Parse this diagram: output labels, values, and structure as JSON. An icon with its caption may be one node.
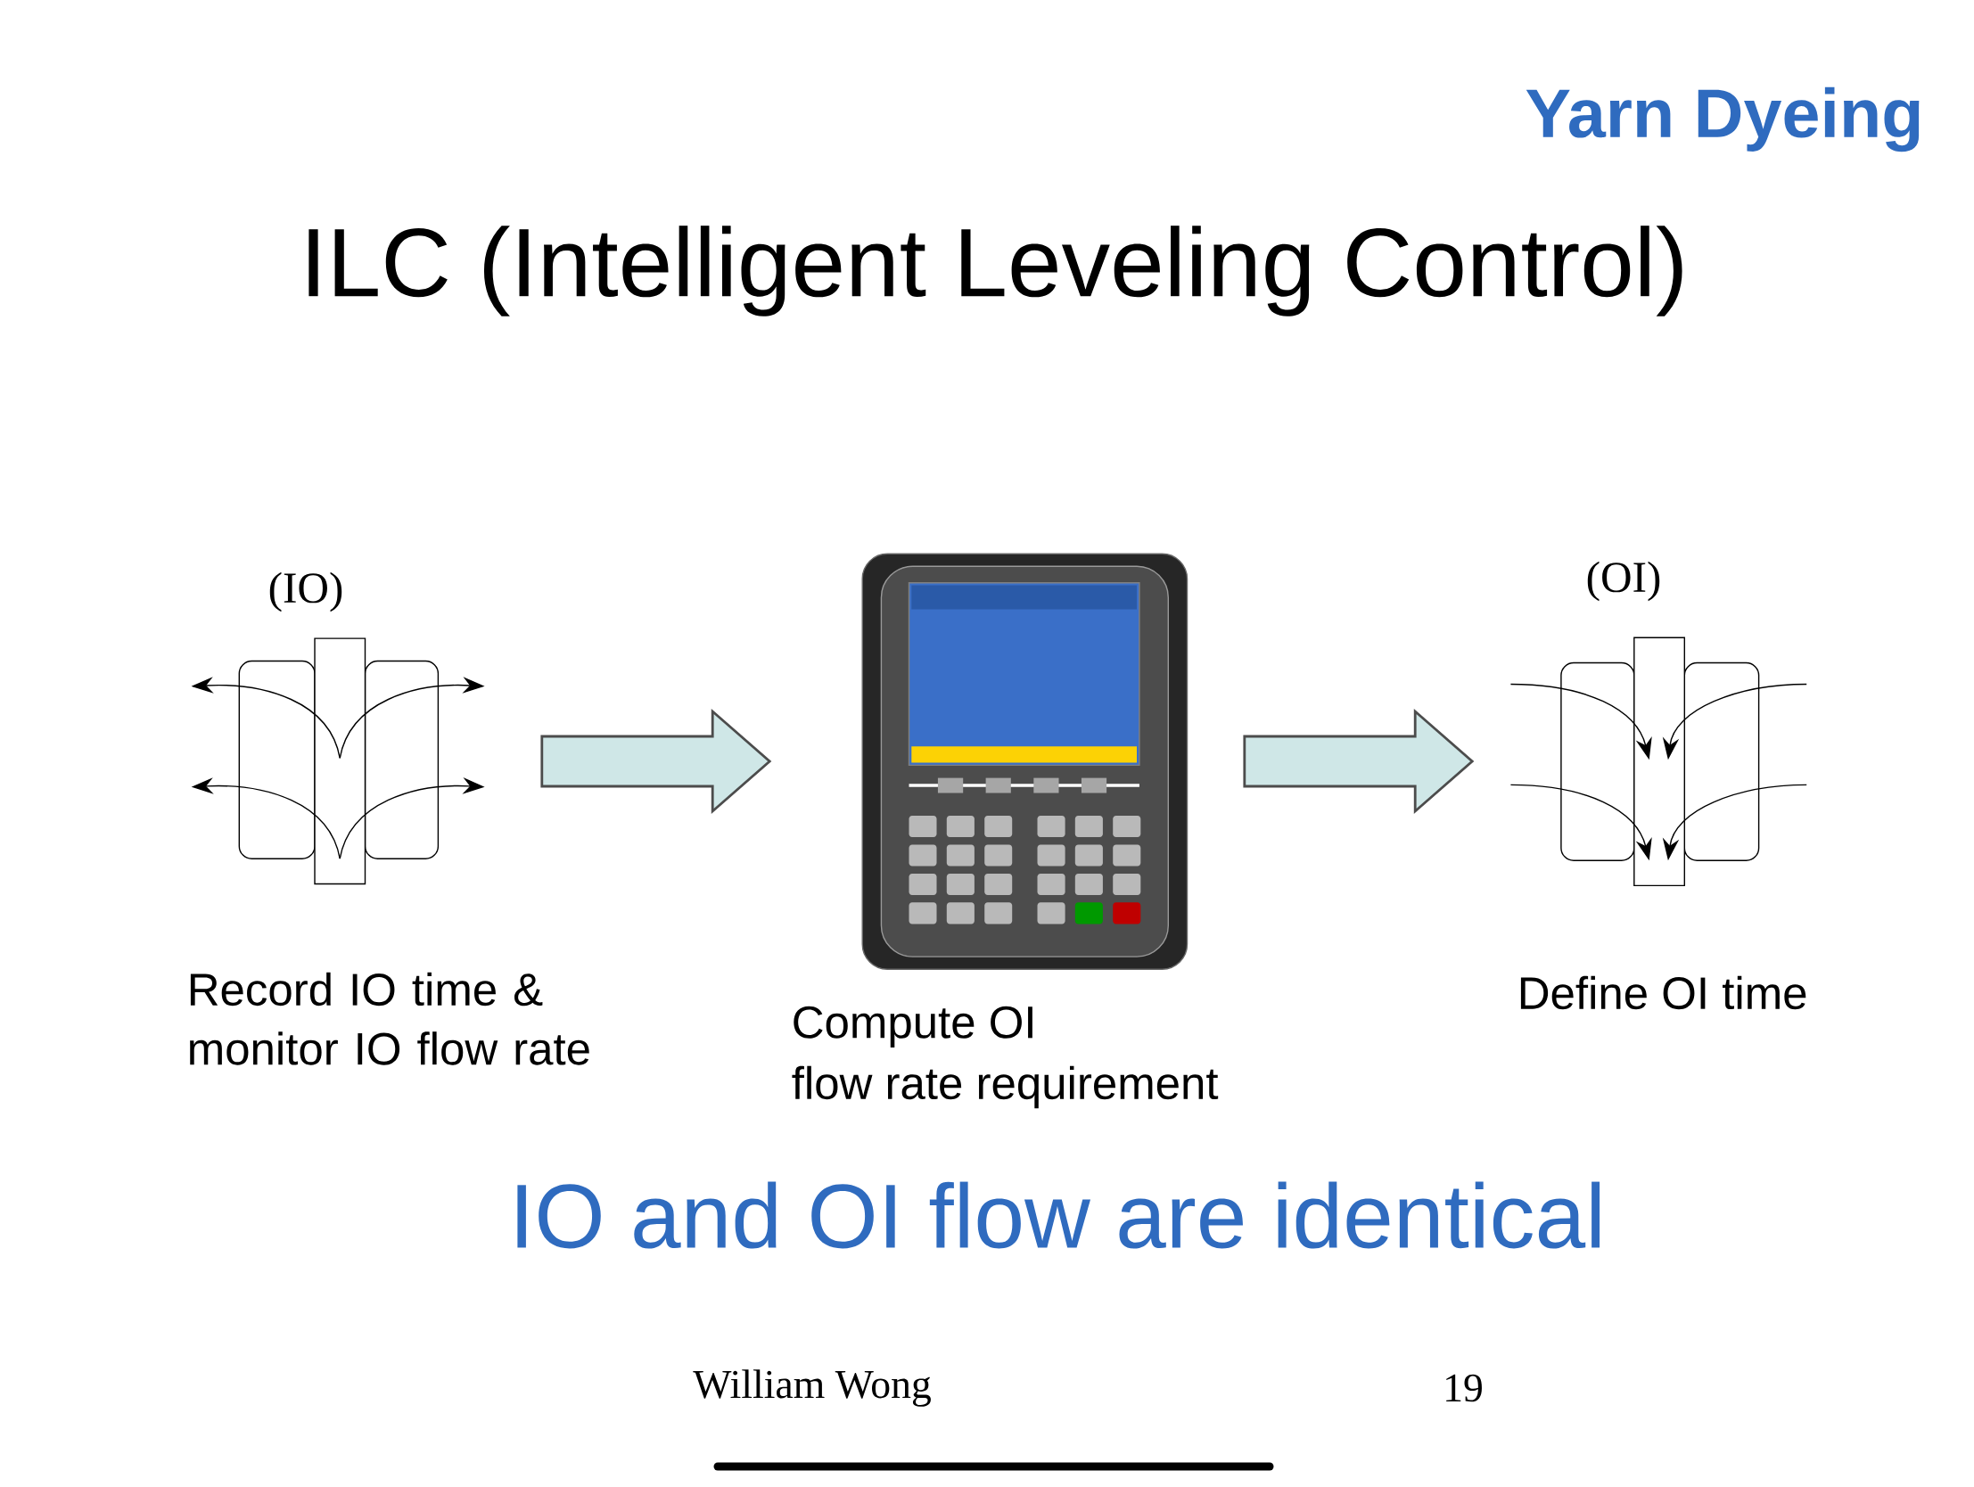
{
  "diagram": {
    "title": "ILC (Intelligent Leveling Control)",
    "nodes": [
      {
        "text": [],
        "shape": "picture",
        "beside": [
          "(IO)",
          "Record IO time & monitor IO flow rate"
        ]
      },
      {
        "text": [],
        "shape": "picture",
        "beside": [
          "Compute OI",
          "flow rate requirement"
        ]
      },
      {
        "text": [],
        "shape": "picture",
        "beside": [
          "(OI)",
          "Define OI time"
        ]
      }
    ],
    "edges": [
      {
        "from": 0,
        "to": 1,
        "arrow": "to"
      },
      {
        "from": 1,
        "to": 2,
        "arrow": "to"
      }
    ],
    "labels": [
      "Yarn Dyeing",
      "IO and OI flow are identical",
      "William Wong",
      "19"
    ]
  }
}
